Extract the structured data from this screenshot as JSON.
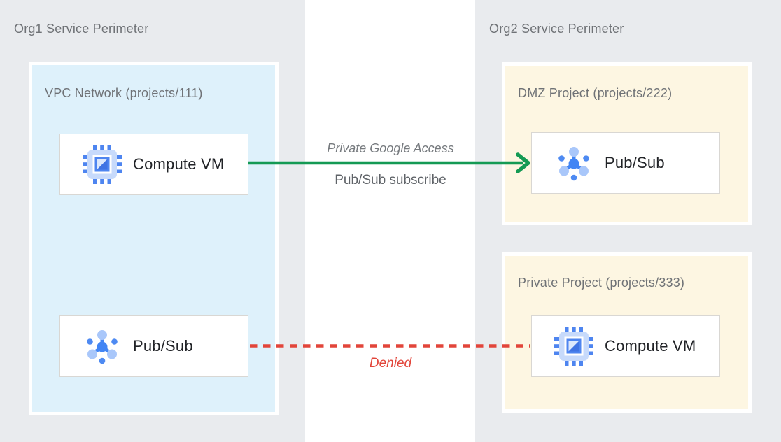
{
  "org1": {
    "title": "Org1 Service Perimeter",
    "vpc": {
      "title": "VPC Network (projects/111)",
      "compute_vm": {
        "label": "Compute VM",
        "icon": "compute-vm-icon"
      },
      "pubsub": {
        "label": "Pub/Sub",
        "icon": "pubsub-icon"
      }
    }
  },
  "org2": {
    "title": "Org2 Service Perimeter",
    "dmz": {
      "title": "DMZ Project (projects/222)",
      "pubsub": {
        "label": "Pub/Sub",
        "icon": "pubsub-icon"
      }
    },
    "private": {
      "title": "Private Project (projects/333)",
      "compute_vm": {
        "label": "Compute VM",
        "icon": "compute-vm-icon"
      }
    }
  },
  "connections": {
    "allowed": {
      "type": "solid-arrow",
      "from": "Org1 Compute VM",
      "to": "Org2 DMZ Pub/Sub",
      "label_line1": "Private Google Access",
      "label_line2": "Pub/Sub subscribe",
      "color": "#149a54"
    },
    "denied": {
      "type": "dashed-line",
      "from": "Org1 Pub/Sub",
      "to": "Org2 Private Compute VM",
      "label": "Denied",
      "color": "#e2453a"
    }
  },
  "colors": {
    "panel_bg": "#e9ebee",
    "vpc_bg": "#def1fb",
    "project_bg": "#fdf6e2",
    "card_bg": "#ffffff",
    "card_border": "#d9d7d3",
    "heading_text": "#6f7276",
    "card_text": "#212327",
    "allowed_green": "#149a54",
    "denied_red": "#e2453a",
    "icon_blue": "#4e85f0",
    "icon_light_blue": "#a9c7fa"
  }
}
